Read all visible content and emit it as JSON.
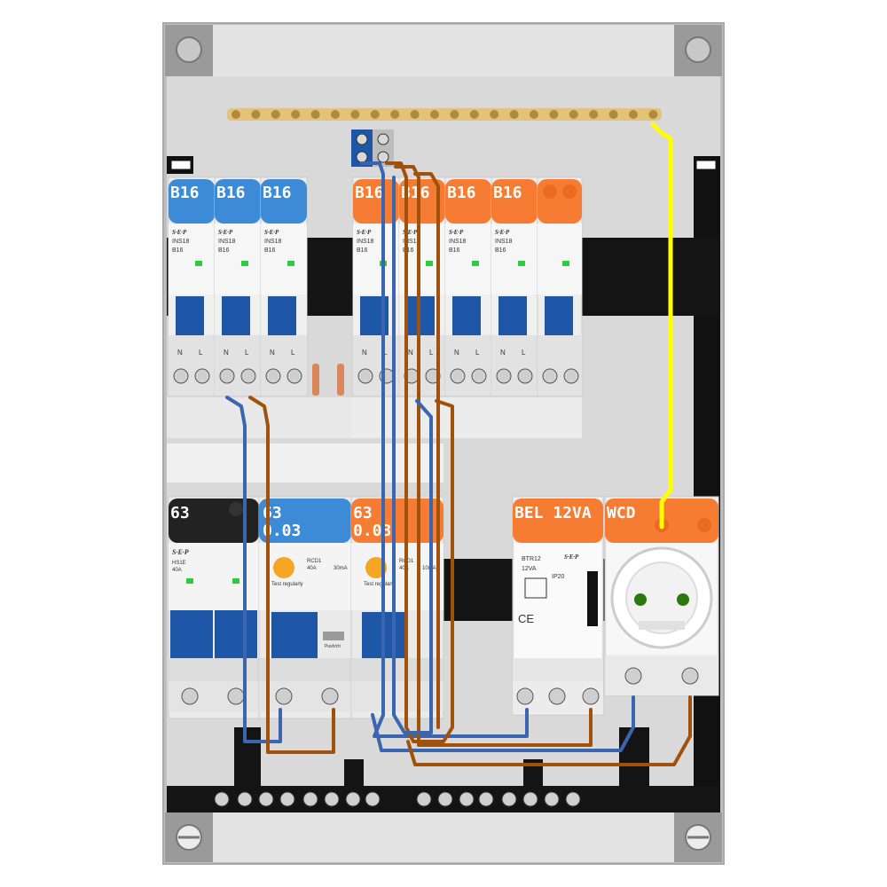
{
  "colors": {
    "cabinet": "#d9d9d9",
    "frame": "#bfbfbf",
    "rail": "#111111",
    "orange": "#f57c32",
    "blue_cap": "#3d8bd6",
    "black_cap": "#222222",
    "lever_blue": "#1f57a8",
    "wire_blue": "#3a66b0",
    "wire_brown": "#a0520c",
    "wire_yellow": "#ffff00",
    "busbar": "#e3c27a"
  },
  "brand": "S·E·P",
  "row1": {
    "breakers": [
      {
        "label": "B16",
        "model": "INS18",
        "rating": "B16",
        "cap": "blue"
      },
      {
        "label": "B16",
        "model": "INS18",
        "rating": "B16",
        "cap": "blue"
      },
      {
        "label": "B16",
        "model": "INS18",
        "rating": "B16",
        "cap": "blue"
      },
      {
        "label": "B16",
        "model": "INS18",
        "rating": "B16",
        "cap": "orange"
      },
      {
        "label": "B16",
        "model": "INS18",
        "rating": "B16",
        "cap": "orange"
      },
      {
        "label": "B16",
        "model": "INS18",
        "rating": "B16",
        "cap": "orange"
      },
      {
        "label": "B16",
        "model": "INS18",
        "rating": "B16",
        "cap": "orange"
      }
    ],
    "terminal_letters": [
      "N",
      "L"
    ]
  },
  "row2": {
    "main_switch": {
      "label": "63",
      "model": "HS1E",
      "rating": "40A"
    },
    "rcd_blue": {
      "label_line1": "63",
      "label_line2": "0.03",
      "model": "RCD1",
      "rating": "40A",
      "sensitivity": "30mA",
      "test_text": "Test regularly",
      "push_text": "Push/ch"
    },
    "rcd_orange": {
      "label_line1": "63",
      "label_line2": "0.03",
      "model": "RCD1",
      "rating": "40A",
      "sensitivity": "10mA",
      "test_text": "Test regularly"
    },
    "bell": {
      "label": "BEL 12VA",
      "model": "BTR12",
      "rating": "12VA",
      "ip": "IP20",
      "ce": "CE"
    },
    "socket": {
      "label": "WCD"
    }
  }
}
